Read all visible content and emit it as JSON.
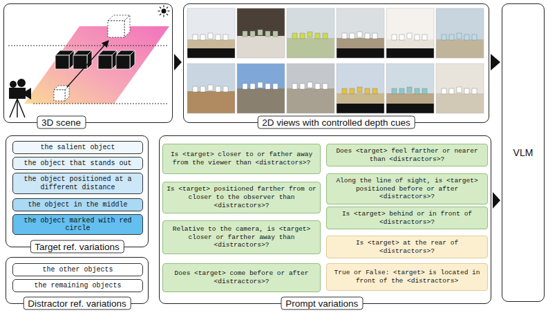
{
  "diagram": {
    "nodes": [
      {
        "text": [
          "3D scene"
        ]
      },
      {
        "text": [
          "2D views with controlled depth cues"
        ]
      },
      {
        "text": [
          "VLM"
        ]
      },
      {
        "text": [
          "Target ref. variations"
        ]
      },
      {
        "text": [
          "the salient object"
        ],
        "in": 3
      },
      {
        "text": [
          "the object that stands out"
        ],
        "in": 3
      },
      {
        "text": [
          "the object positioned at a different distance"
        ],
        "in": 3
      },
      {
        "text": [
          "the object in the middle"
        ],
        "in": 3
      },
      {
        "text": [
          "the object marked with red circle"
        ],
        "in": 3
      },
      {
        "text": [
          "Distractor ref. variations"
        ]
      },
      {
        "text": [
          "the other objects"
        ],
        "in": 9
      },
      {
        "text": [
          "the remaining objects"
        ],
        "in": 9
      },
      {
        "text": [
          "Prompt variations"
        ]
      },
      {
        "text": [
          "Is <target> closer to or father away from the viewer than <distractors>?"
        ],
        "in": 12
      },
      {
        "text": [
          "Is <target> positioned farther from or closer to the observer than <distractors>?"
        ],
        "in": 12
      },
      {
        "text": [
          "Relative to the camera, is <target> closer or farther away than <distractors>?"
        ],
        "in": 12
      },
      {
        "text": [
          "Does <target> come before or after <distractors>?"
        ],
        "in": 12
      },
      {
        "text": [
          "Does <target> feel farther or nearer than <distractors>?"
        ],
        "in": 12
      },
      {
        "text": [
          "Along the line of sight, is <target> positioned before or after <distractors>?"
        ],
        "in": 12
      },
      {
        "text": [
          "Is <target> behind or in front of <distractors>?"
        ],
        "in": 12
      },
      {
        "text": [
          "Is <target> at the rear of <distractors>?"
        ],
        "in": 12
      },
      {
        "text": [
          "True or False: <target> is located in front of the <distractors>"
        ],
        "in": 12
      }
    ],
    "edges": [
      {
        "from": 0,
        "to": 1,
        "arrow": "to"
      },
      {
        "from": 1,
        "to": 2,
        "arrow": "to"
      },
      {
        "from": 12,
        "to": 2,
        "arrow": "to"
      }
    ]
  }
}
